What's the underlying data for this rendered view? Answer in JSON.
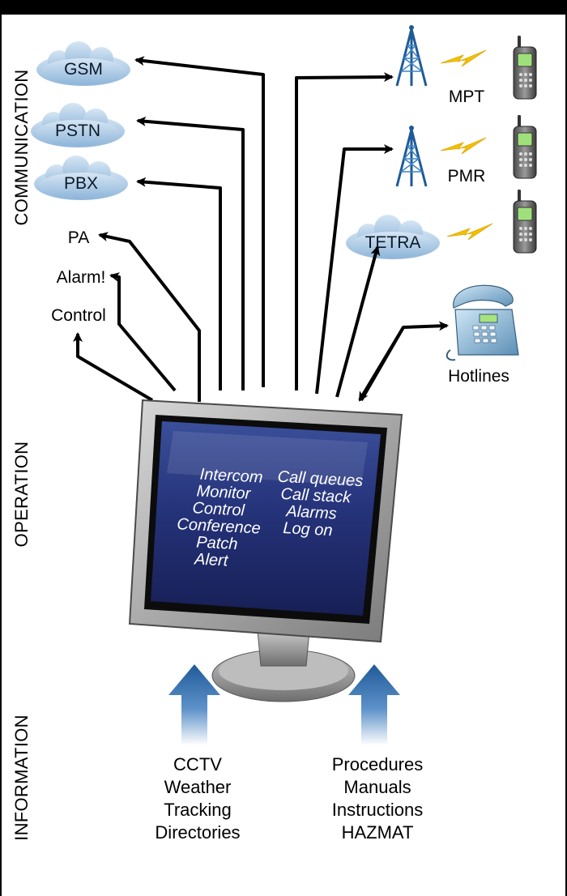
{
  "side_labels": {
    "communication": "COMMUNICATION",
    "operation": "OPERATION",
    "information": "INFORMATION"
  },
  "networks_left": [
    "GSM",
    "PSTN",
    "PBX"
  ],
  "local_left": [
    "PA",
    "Alarm!",
    "Control"
  ],
  "radio": [
    "MPT",
    "PMR",
    "TETRA"
  ],
  "hotlines": "Hotlines",
  "screen_left": [
    "Intercom",
    "Monitor",
    "Control",
    "Conference",
    "Patch",
    "Alert"
  ],
  "screen_right": [
    "Call queues",
    "Call stack",
    "Alarms",
    "Log on"
  ],
  "info_left": [
    "CCTV",
    "Weather",
    "Tracking",
    "Directories"
  ],
  "info_right": [
    "Procedures",
    "Manuals",
    "Instructions",
    "HAZMAT"
  ],
  "colors": {
    "header": "#000000",
    "cloud": "#a9c8e6",
    "screen": "#1e2a66",
    "info_arrow": "#2f6aa8",
    "lightning": "#f2c200"
  }
}
